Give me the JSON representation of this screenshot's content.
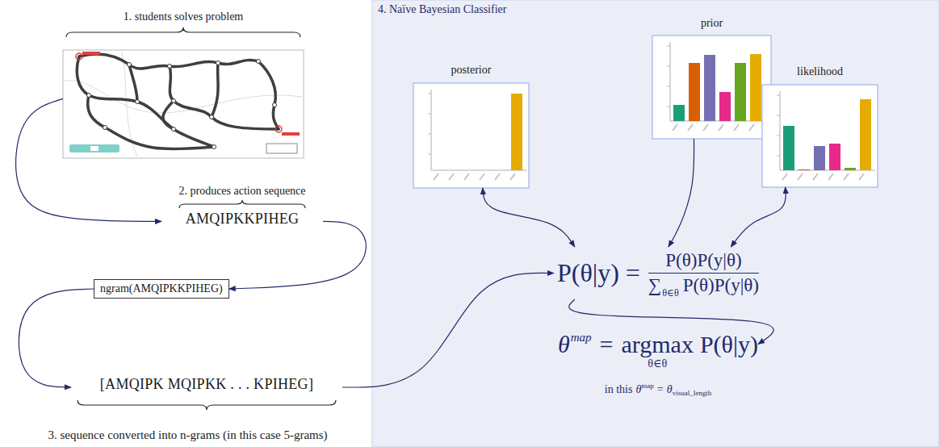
{
  "diagram": {
    "nodes": [
      {
        "text": [
          "1. students solves problem"
        ]
      },
      {
        "text": [
          "2. produces action sequence",
          "AMQIPKKPIHEG"
        ]
      },
      {
        "text": [
          "ngram(AMQIPKKPIHEG)"
        ]
      },
      {
        "text": [
          "[AMQIPK MQIPKK . . . KPIHEG]",
          "3. sequence converted into n-grams (in this case 5-grams)"
        ]
      },
      {
        "text": [
          "4. Naïve Bayesian Classifier"
        ]
      },
      {
        "text": [
          "posterior"
        ],
        "in": 4
      },
      {
        "text": [
          "prior"
        ],
        "in": 4
      },
      {
        "text": [
          "likelihood"
        ],
        "in": 4
      },
      {
        "text": [
          "P(θ|y) =",
          "P(θ)P(y|θ)",
          "∑",
          "θ∈θ",
          "P(θ)P(y|θ)"
        ],
        "in": 4
      },
      {
        "text": [
          "θ",
          "map",
          "=",
          "argmax",
          "θ∈θ",
          "P(θ|y)",
          "in this",
          "θ",
          "map",
          "=",
          "θ",
          "visual_length"
        ],
        "in": 4
      }
    ],
    "edges": [
      {
        "from": 0,
        "to": 1,
        "arrow": "to"
      },
      {
        "from": 1,
        "to": 2,
        "arrow": "to"
      },
      {
        "from": 2,
        "to": 3,
        "arrow": "to"
      },
      {
        "from": 3,
        "to": 8,
        "arrow": "to"
      },
      {
        "from": 8,
        "to": 5,
        "arrow": "both"
      },
      {
        "from": 6,
        "to": 8,
        "arrow": "to"
      },
      {
        "from": 8,
        "to": 7,
        "arrow": "both"
      },
      {
        "from": 8,
        "to": 9,
        "arrow": "to"
      }
    ]
  }
}
